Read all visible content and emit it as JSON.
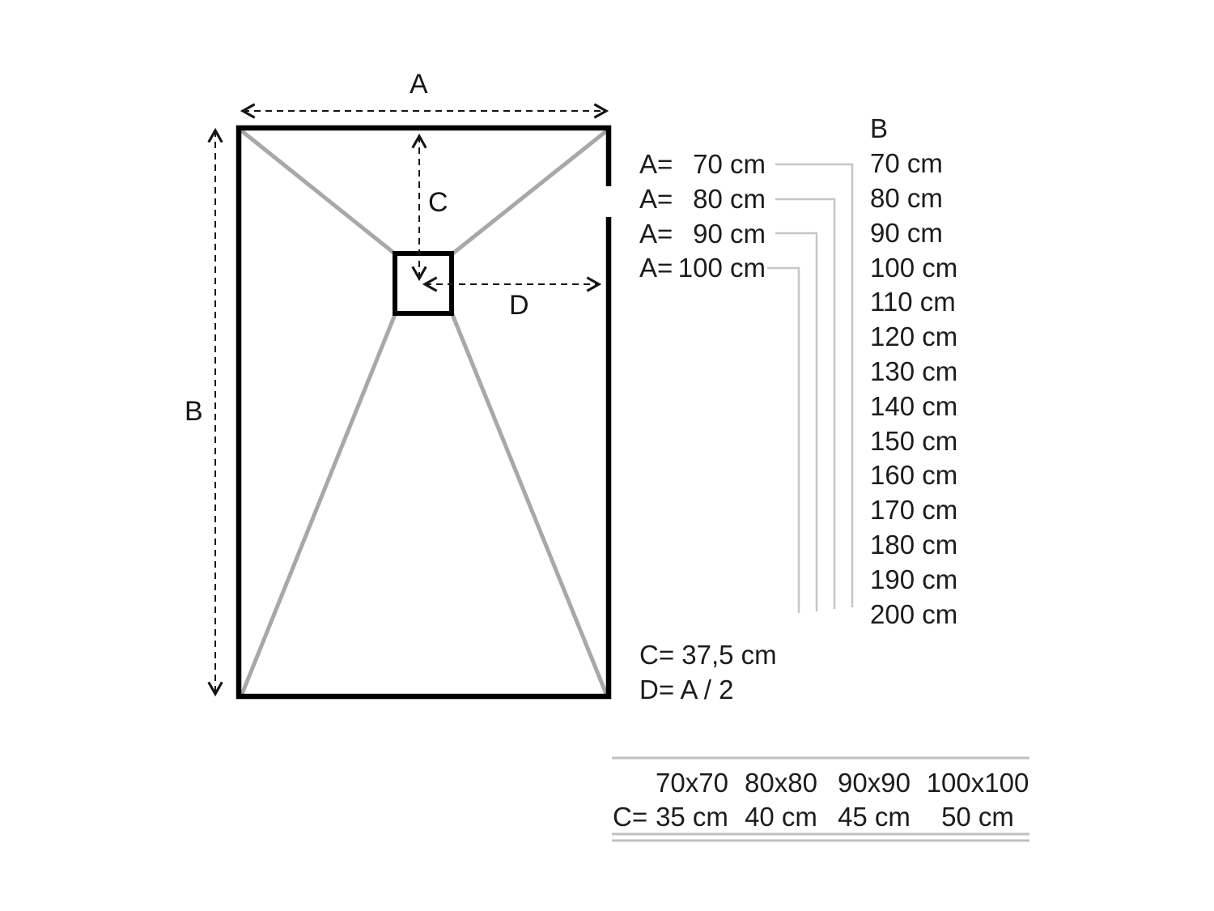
{
  "figure": {
    "dim_labels": {
      "a": "A",
      "b": "B",
      "c": "C",
      "d": "D"
    }
  },
  "dimensions": {
    "a_options": [
      {
        "prefix": "A=",
        "value": "70 cm"
      },
      {
        "prefix": "A=",
        "value": "80 cm"
      },
      {
        "prefix": "A=",
        "value": "90 cm"
      },
      {
        "prefix": "A=",
        "value": "100 cm"
      }
    ],
    "b_header": "B",
    "b_values": [
      "70 cm",
      "80 cm",
      "90 cm",
      "100 cm",
      "110 cm",
      "120 cm",
      "130 cm",
      "140 cm",
      "150 cm",
      "160 cm",
      "170 cm",
      "180 cm",
      "190 cm",
      "200 cm"
    ],
    "c_formula": "C= 37,5 cm",
    "d_formula": "D= A / 2"
  },
  "size_table": {
    "columns": [
      "70x70",
      "80x80",
      "90x90",
      "100x100"
    ],
    "row_label": "C=",
    "values": [
      "35 cm",
      "40 cm",
      "45 cm",
      "50 cm"
    ]
  },
  "colors": {
    "outline": "#000000",
    "diagonal": "#a8a8a8",
    "leader": "#c6c6c6",
    "table_line": "#c0c0c0",
    "dimension_line": "#141414"
  }
}
